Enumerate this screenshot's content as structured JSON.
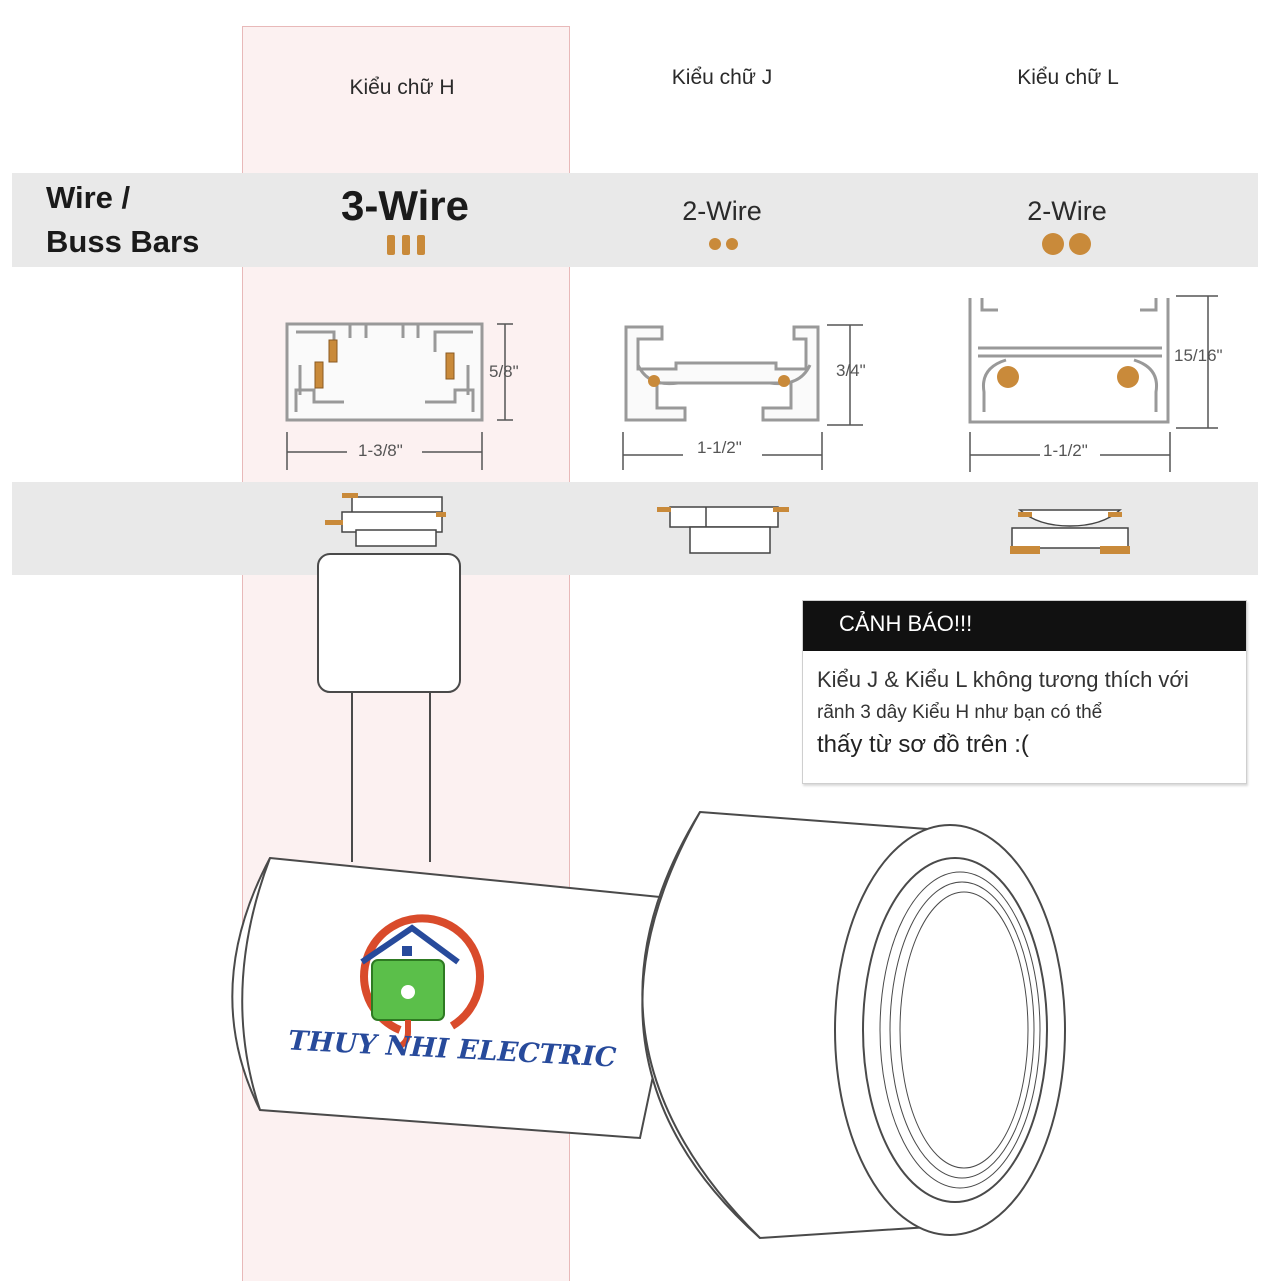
{
  "columns": [
    {
      "name": "Kiểu chữ H",
      "wire": "3-Wire",
      "width_label": "1-3/8\"",
      "height_label": "5/8\""
    },
    {
      "name": "Kiểu chữ J",
      "wire": "2-Wire",
      "width_label": "1-1/2\"",
      "height_label": "3/4\""
    },
    {
      "name": "Kiểu chữ L",
      "wire": "2-Wire",
      "width_label": "1-1/2\"",
      "height_label": "15/16\""
    }
  ],
  "row_label": {
    "line1": "Wire /",
    "line2": "Buss Bars"
  },
  "warning": {
    "title": "CẢNH BÁO!!!",
    "line1": "Kiểu J & Kiểu L không tương thích với",
    "line2": "rãnh 3 dây Kiểu H như bạn có thể",
    "line3": "thấy từ sơ đồ trên :("
  },
  "logo": {
    "text": "THUY NHI ELECTRIC"
  },
  "colors": {
    "highlight": "#f6d6d6",
    "band": "#e9e9e9",
    "busbar": "#c98a3a",
    "logo_blue": "#274a9b",
    "logo_green": "#5bbf4a",
    "logo_red": "#d94b2b"
  }
}
